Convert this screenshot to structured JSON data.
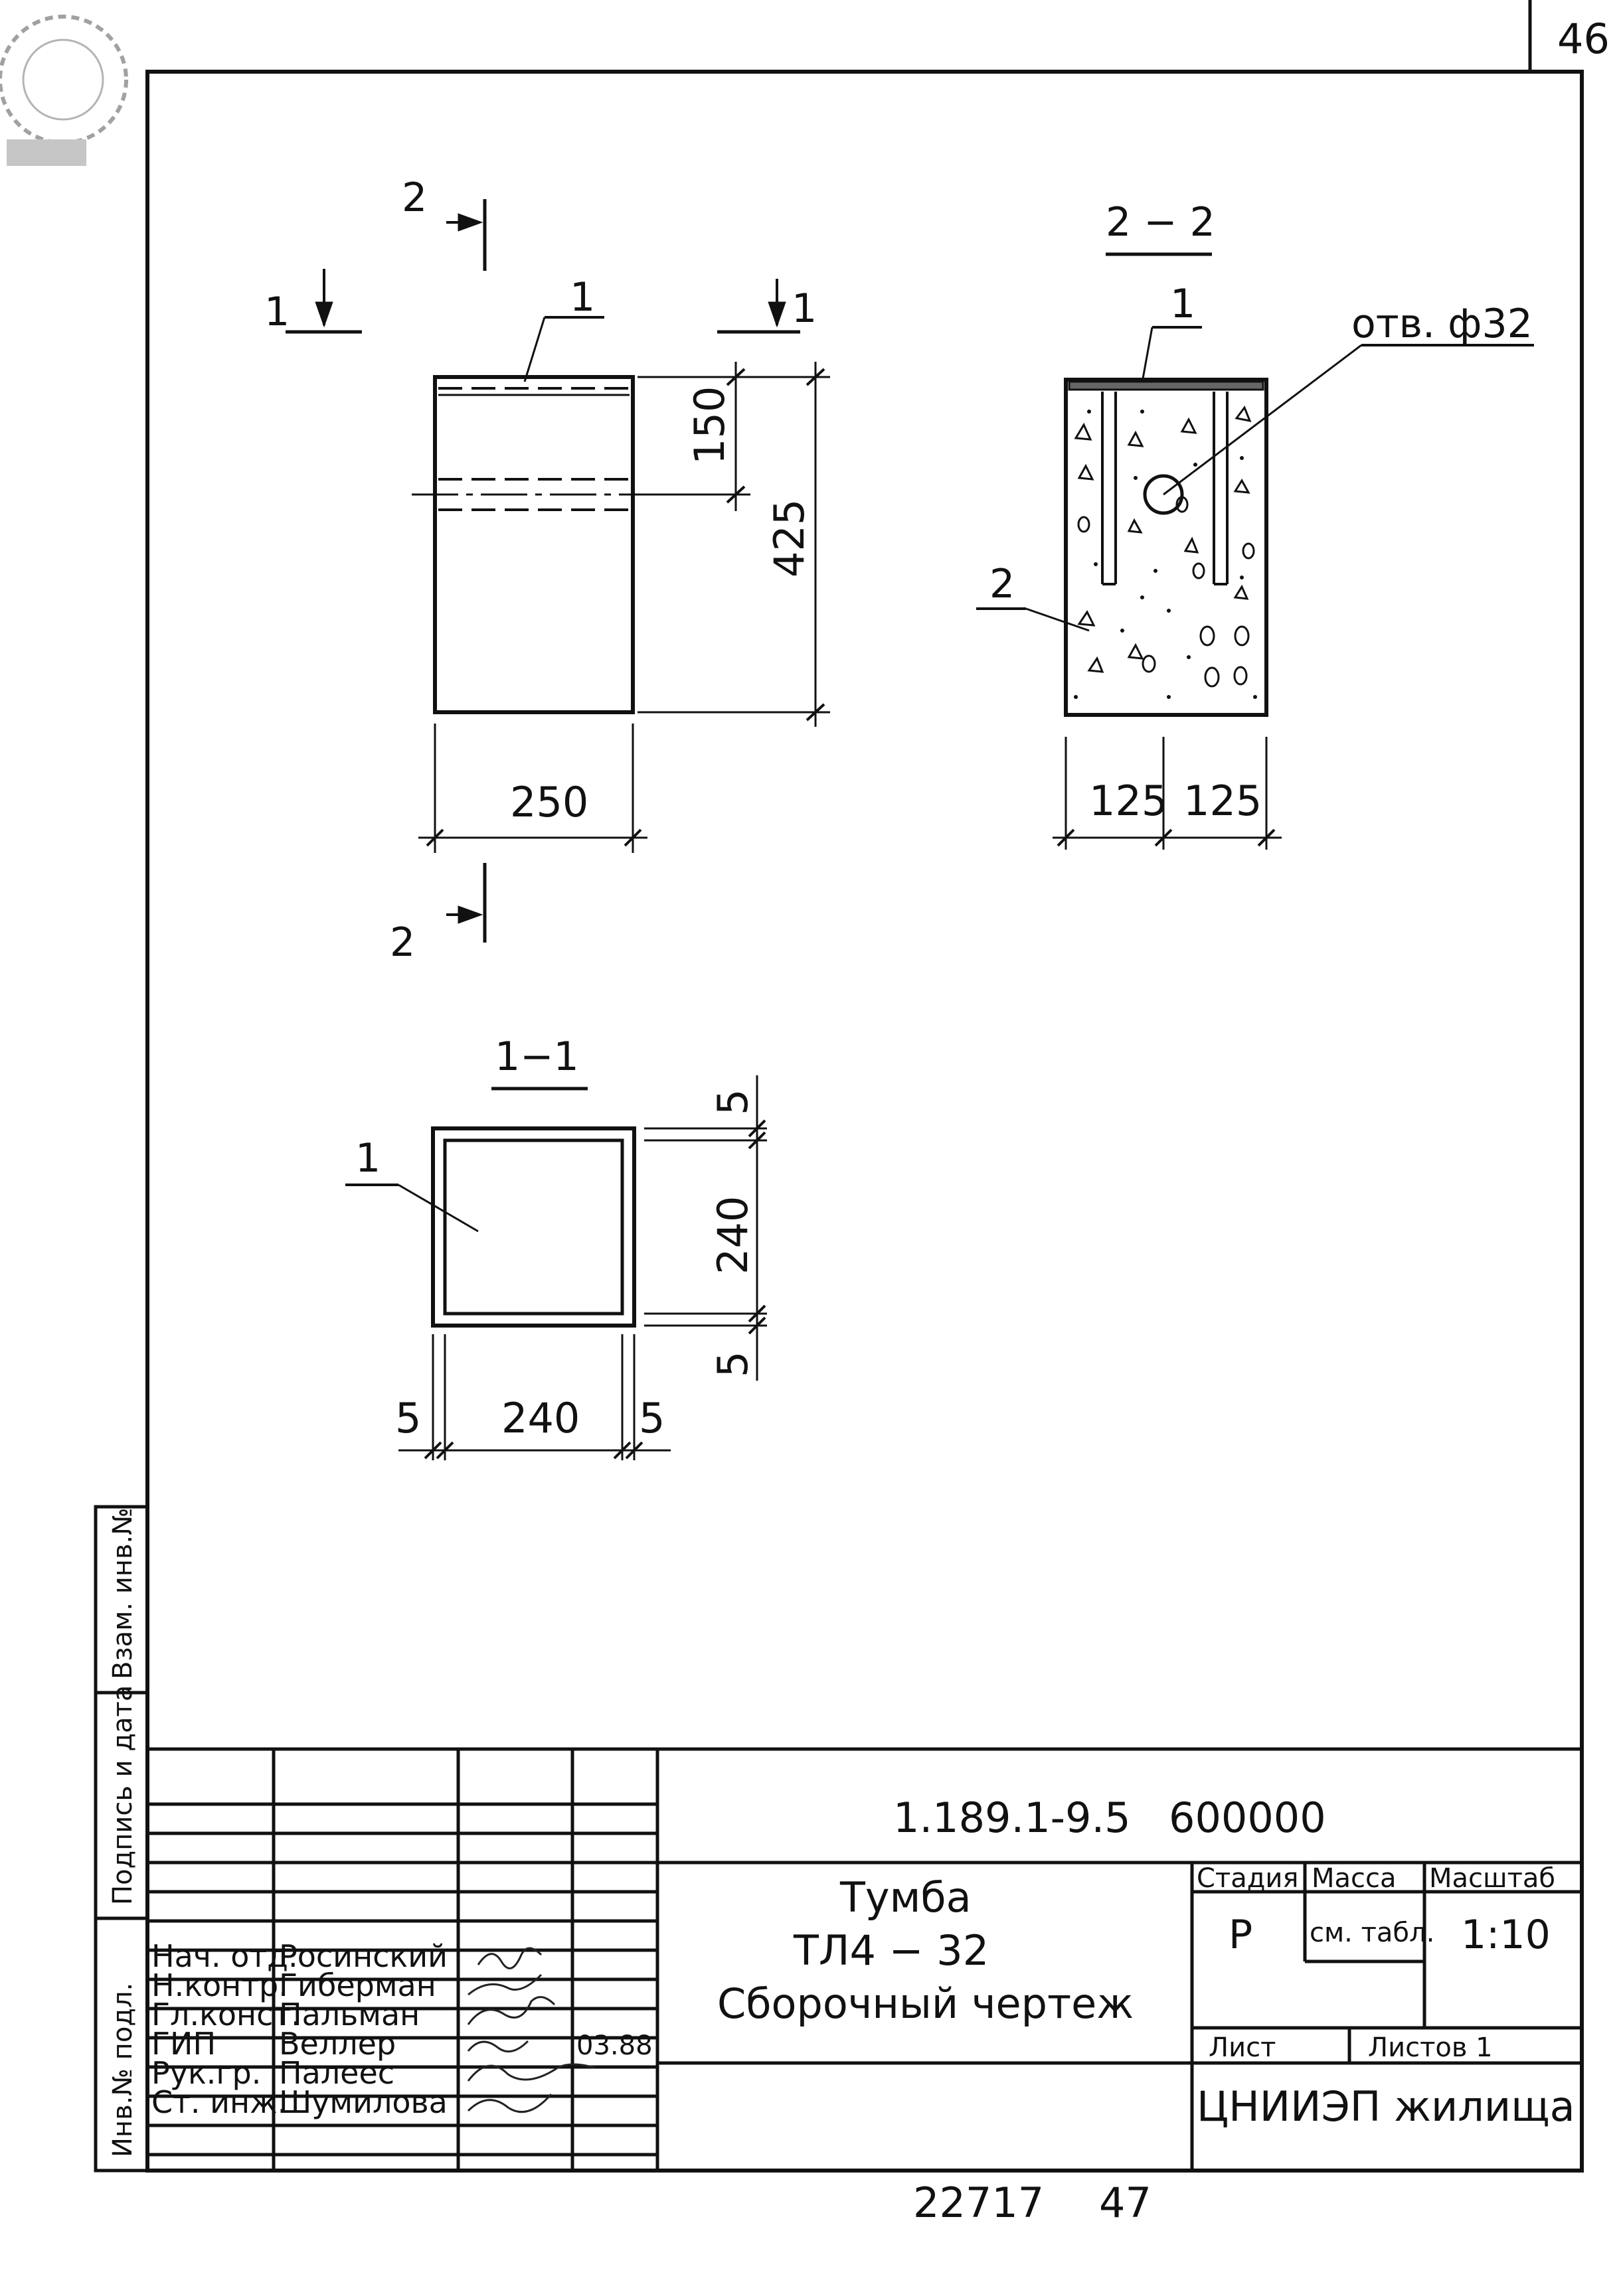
{
  "sheet": {
    "page_number": "46",
    "document_code": "1.189.1-9.5",
    "document_code_suffix": "600000",
    "bottom_numbers": [
      "22717",
      "47"
    ]
  },
  "views": {
    "front": {
      "section_mark_1": "1",
      "section_mark_2": "2",
      "position_label": "1",
      "dims": {
        "height_top": "150",
        "height_total": "425",
        "width": "250"
      }
    },
    "section_2_2": {
      "title": "2 − 2",
      "position_1": "1",
      "position_2": "2",
      "hole_label": "отв. ф32",
      "dims": {
        "left": "125",
        "right": "125"
      }
    },
    "section_1_1": {
      "title": "1−1",
      "position_label": "1",
      "dims": {
        "top": "5",
        "middle": "240",
        "bottom": "5",
        "left": "5",
        "width": "240",
        "right": "5"
      }
    }
  },
  "side_stamps": {
    "replacement": "Взам. инв.№",
    "signature_date": "Подпись и дата",
    "original": "Инв.№ подл."
  },
  "title_block": {
    "signatures": [
      {
        "role": "Нач. отд.",
        "name": "Росинский",
        "date": ""
      },
      {
        "role": "Н.контр.",
        "name": "Гиберман",
        "date": ""
      },
      {
        "role": "Гл.конст.",
        "name": "Пальман",
        "date": ""
      },
      {
        "role": "ГИП",
        "name": "Веллер",
        "date": "03.88"
      },
      {
        "role": "Рук.гр.",
        "name": "Палеес",
        "date": ""
      },
      {
        "role": "Ст. инж.",
        "name": "Шумилова",
        "date": ""
      }
    ],
    "product_name": "Тумба",
    "product_mark": "ТЛ4 − 32",
    "drawing_type": "Сборочный чертеж",
    "stage_header": "Стадия",
    "mass_header": "Масса",
    "scale_header": "Масштаб",
    "stage_value": "Р",
    "mass_value": "см. табл.",
    "scale_value": "1:10",
    "sheet_label": "Лист",
    "sheets_label": "Листов 1",
    "organization": "ЦНИИЭП жилища"
  }
}
